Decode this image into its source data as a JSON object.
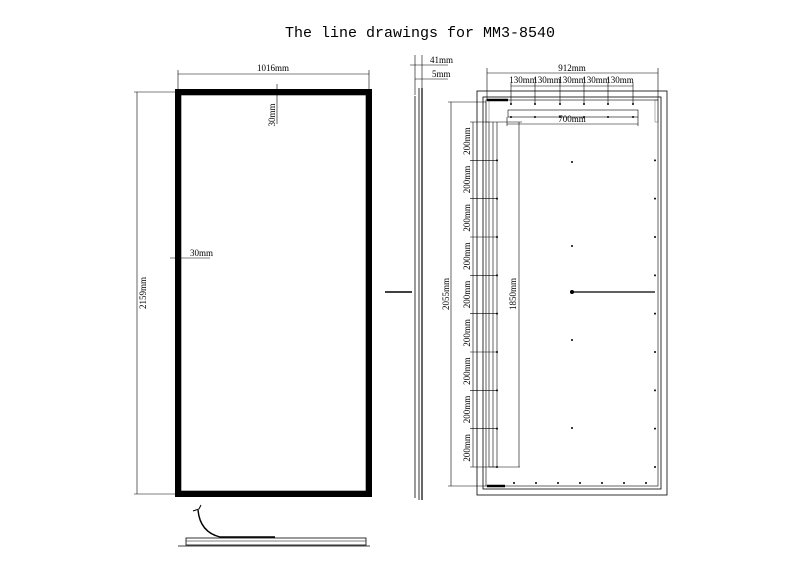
{
  "title": "The line drawings for MM3-8540",
  "front_view": {
    "width_label": "1016mm",
    "height_label": "2159mm",
    "top_frame_label": "30mm",
    "side_frame_label": "30mm"
  },
  "side_view": {
    "depth_label": "41mm",
    "glass_label": "5mm"
  },
  "rear_view": {
    "width_label": "912mm",
    "segment_labels": [
      "130mm",
      "130mm",
      "130mm",
      "130mm",
      "130mm"
    ],
    "inner_width_label": "700mm",
    "height_label": "2055mm",
    "inner_height_label": "1850mm",
    "vertical_segment_labels": [
      "200mm",
      "200mm",
      "200mm",
      "200mm",
      "200mm",
      "200mm",
      "200mm",
      "200mm",
      "200mm"
    ]
  },
  "colors": {
    "ink": "#000000",
    "background": "#ffffff"
  }
}
